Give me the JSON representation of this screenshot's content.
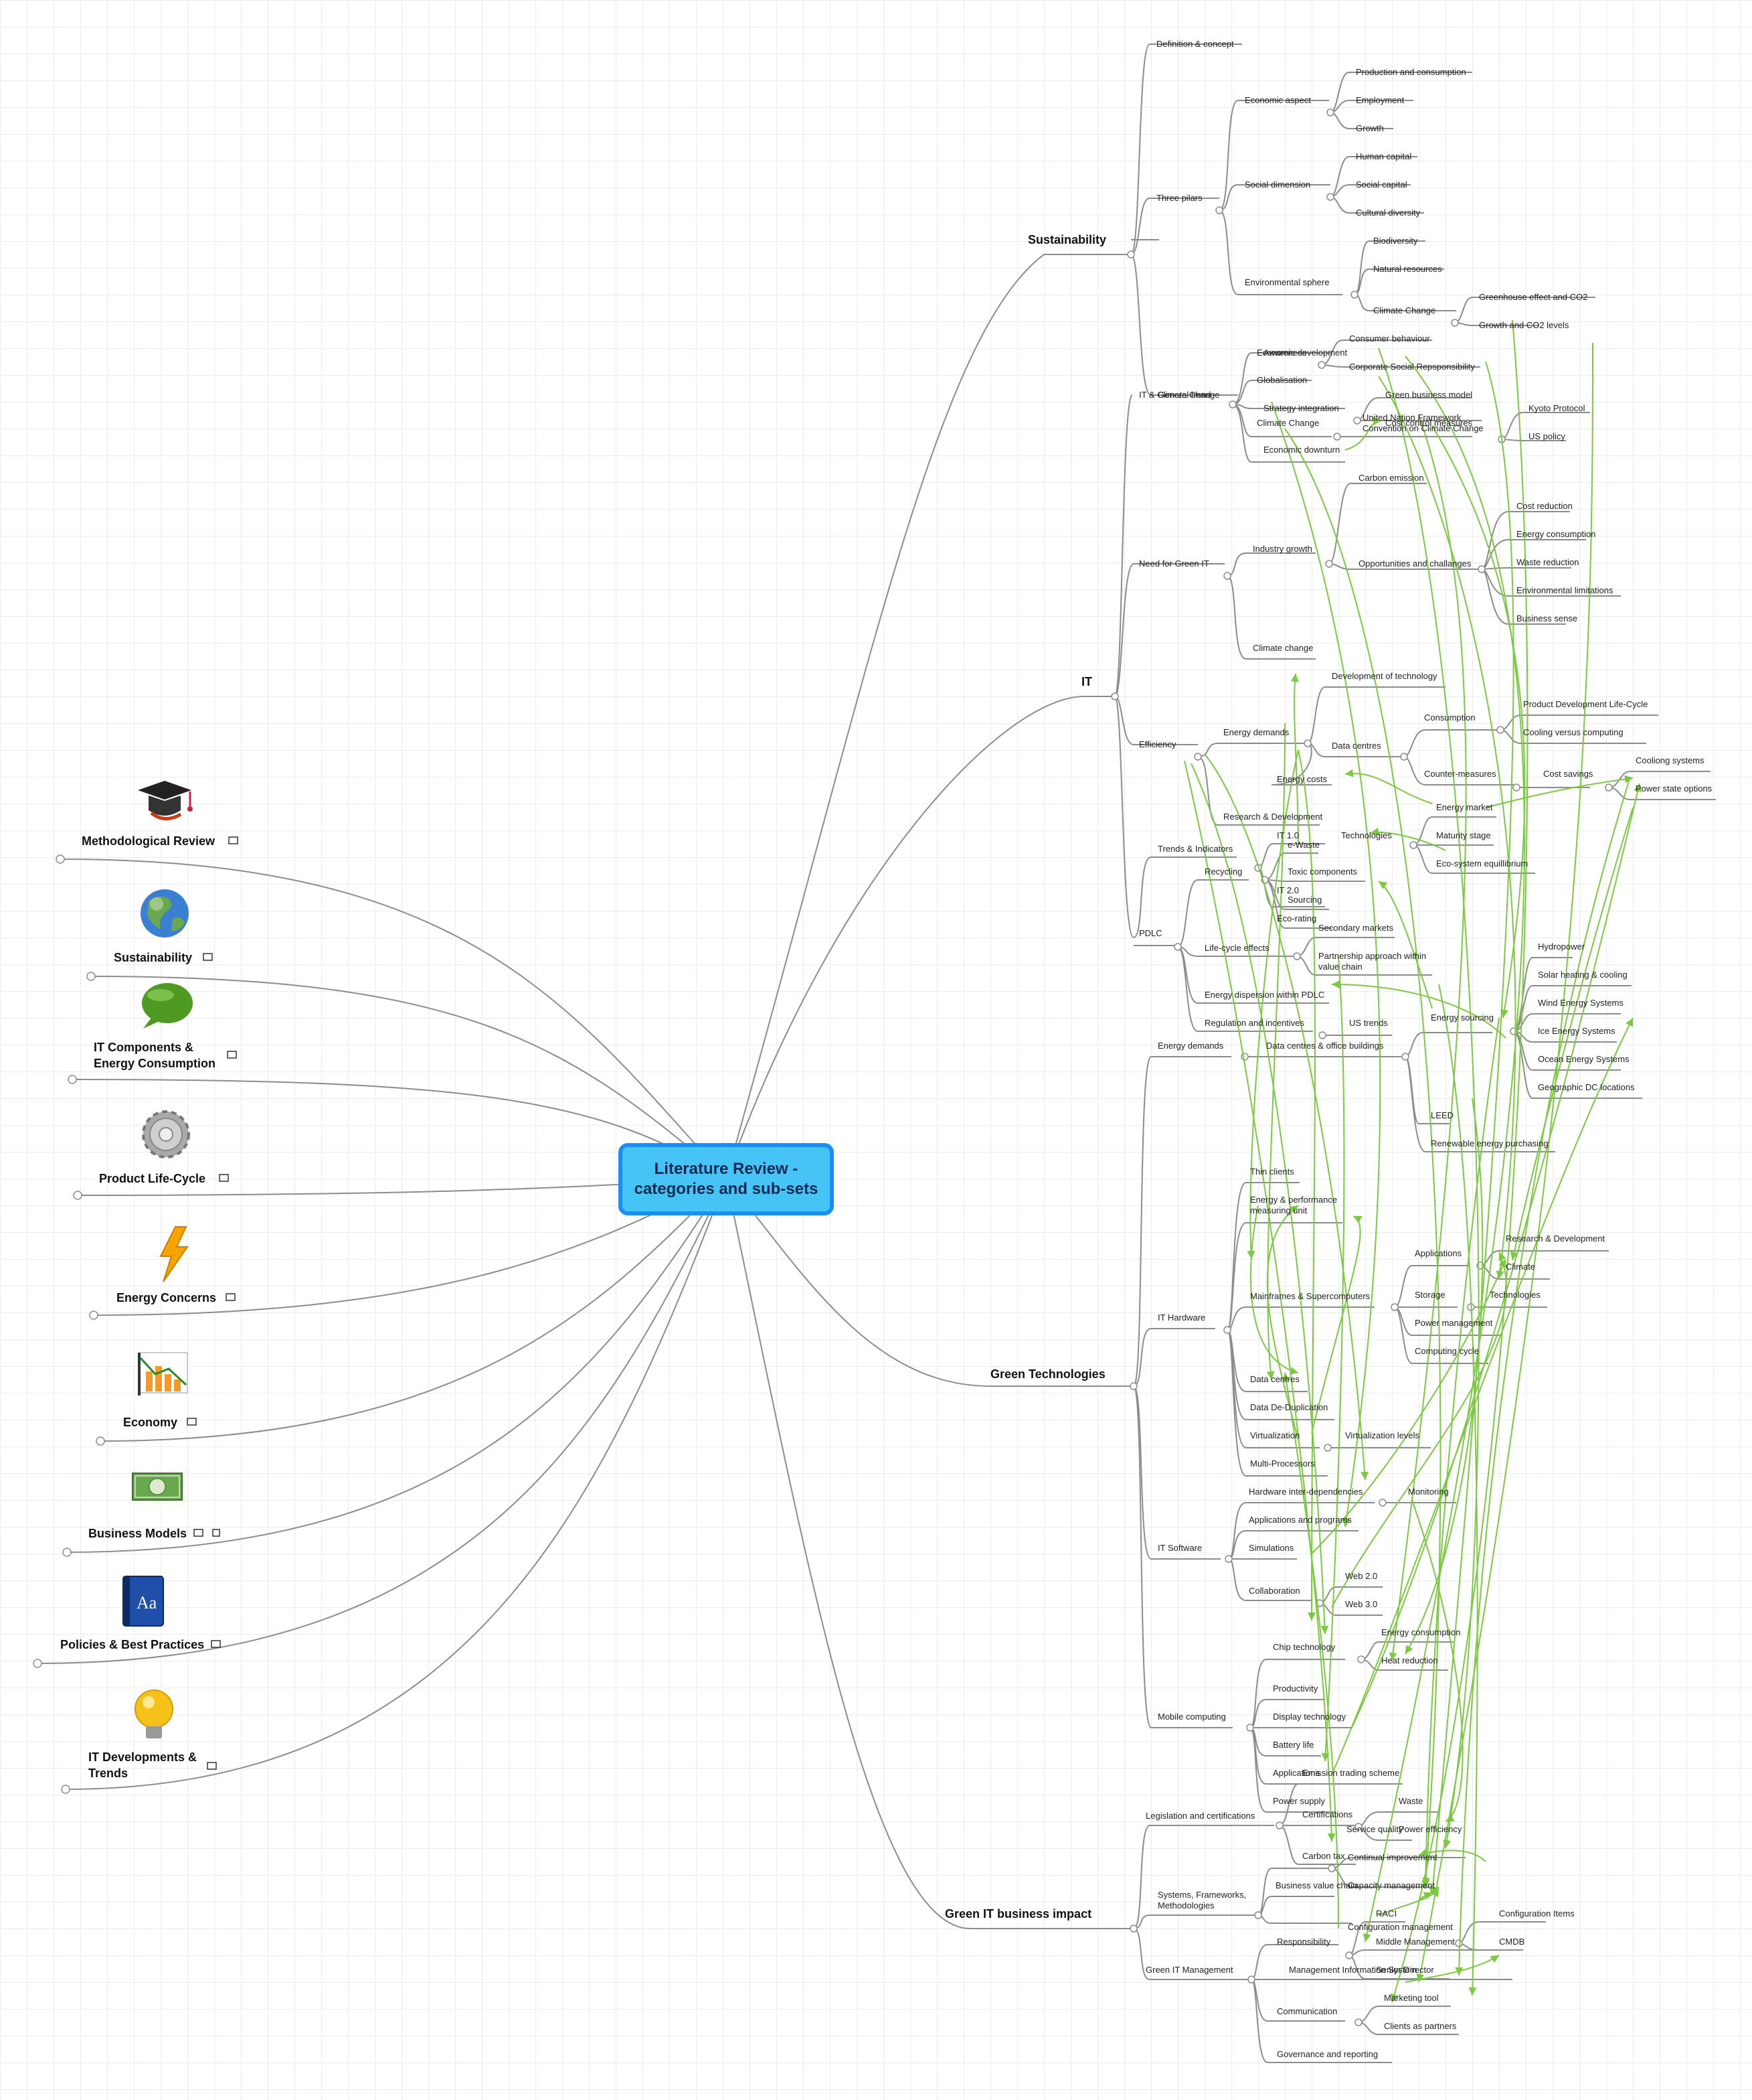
{
  "central": {
    "line1": "Literature Review -",
    "line2": "categories and sub-sets"
  },
  "left_topics": [
    {
      "label": "Methodological Review",
      "icon": "graduation-cap-icon"
    },
    {
      "label": "Sustainability",
      "icon": "globe-icon"
    },
    {
      "label": "IT Components &",
      "label2": "Energy Consumption",
      "icon": "speech-bubble-icon"
    },
    {
      "label": "Product Life-Cycle",
      "icon": "gear-icon"
    },
    {
      "label": "Energy Concerns",
      "icon": "lightning-icon"
    },
    {
      "label": "Economy",
      "icon": "chart-icon"
    },
    {
      "label": "Business Models",
      "icon": "money-icon"
    },
    {
      "label": "Policies & Best Practices",
      "icon": "book-icon"
    },
    {
      "label": "IT Developments &",
      "label2": "Trends",
      "icon": "lightbulb-icon"
    }
  ],
  "branches": {
    "sustainability": {
      "label": "Sustainability",
      "definition": "Definition & concept",
      "three_pilars": "Three pilars",
      "economic_aspect": "Economic aspect",
      "production": "Production and consumption",
      "employment": "Employment",
      "growth": "Growth",
      "social_dimension": "Social dimension",
      "human_capital": "Human capital",
      "social_capital": "Social capital",
      "cultural_diversity": "Cultural diversity",
      "environmental_sphere": "Environmental sphere",
      "biodiversity": "Biodiversity",
      "natural_resources": "Natural resources",
      "climate_change": "Climate Change",
      "greenhouse": "Greenhouse effect and CO2",
      "growth_co2": "Growth and CO2 levels"
    },
    "it": {
      "label": "IT",
      "it_climate": "IT & Climate Change",
      "general_trend": "General trend",
      "economic_development": "Economic development",
      "awareness": "Awareness",
      "consumer_behaviour": "Consumer behaviour",
      "csr": "Corporate Social Repsponsibility",
      "globalisation": "Globalisation",
      "strategy_integration": "Strategy integration",
      "green_business_model": "Green business model",
      "climate_change": "Climate Change",
      "cost_control": "Cost control measures",
      "un_framework": "United Nation Framework",
      "un_framework2": "Convention on Climate Change",
      "kyoto": "Kyoto Protocol",
      "us_policy": "US policy",
      "economic_downturn": "Economic downturn",
      "need_green_it": "Need for Green IT",
      "industry_growth": "Industry growth",
      "carbon_emission": "Carbon emission",
      "opportunities": "Opportunities and challanges",
      "cost_reduction": "Cost reduction",
      "energy_consumption": "Energy consumption",
      "waste_reduction": "Waste reduction",
      "environmental_limitations": "Environmental limitations",
      "business_sense": "Business sense",
      "climate_change_lc": "Climate change",
      "efficiency": "Efficiency",
      "energy_demands": "Energy demands",
      "development_tech": "Development of technology",
      "data_centres": "Data centres",
      "consumption": "Consumption",
      "pdlc": "Product Development Life-Cycle",
      "cooling_vs": "Cooling versus computing",
      "counter_measures": "Counter-measures",
      "cost_savings": "Cost savings",
      "cooling_systems": "Cooliong systems",
      "power_state": "Power state options",
      "energy_costs": "Energy costs",
      "energy_market": "Energy market",
      "research_dev": "Research & Development",
      "technologies": "Technologies",
      "maturity_stage": "Maturity stage",
      "eco_equilibrium": "Eco-system equillibrium",
      "trends_indicators": "Trends & Indicators",
      "it10": "IT 1.0",
      "it20": "IT 2.0",
      "pdlc_short": "PDLC",
      "recycling": "Recycling",
      "ewaste": "e-Waste",
      "toxic": "Toxic components",
      "sourcing": "Sourcing",
      "eco_rating": "Eco-rating",
      "secondary_markets": "Secondary markets",
      "lifecycle_effects": "Life-cycle effects",
      "partnership": "Partnership approach within",
      "partnership2": "value chain",
      "energy_dispersion": "Energy dispersion within PDLC",
      "regulation": "Regulation and incentives",
      "us_trends": "US trends"
    },
    "green_tech": {
      "label": "Green Technologies",
      "energy_demands": "Energy demands",
      "dc_office": "Data centres & office buildings",
      "energy_sourcing": "Energy sourcing",
      "hydropower": "Hydropower",
      "solar": "Solar heating & cooling",
      "wind": "Wind Energy Systems",
      "ice": "Ice Energy Systems",
      "ocean": "Ocean Energy Systems",
      "geographic": "Geographic DC locations",
      "leed": "LEED",
      "renewable": "Renewable energy purchasing",
      "it_hardware": "IT Hardware",
      "thin_clients": "Thin clients",
      "energy_perf": "Energy & performance",
      "energy_perf2": "measuring unit",
      "mainframes": "Mainframes & Supercomputers",
      "applications": "Applications",
      "research_dev": "Research & Development",
      "climate": "Climate",
      "storage": "Storage",
      "technologies": "Technologies",
      "power_mgmt": "Power management",
      "computing_cycle": "Computing cycle",
      "data_centres": "Data centres",
      "dedup": "Data De-Duplication",
      "virtualization": "Virtualization",
      "virt_levels": "Virtualization levels",
      "multi_proc": "Multi-Processors",
      "it_software": "IT Software",
      "hw_interdep": "Hardware inter-dependencies",
      "monitoring": "Monitoring",
      "apps_programs": "Applications and programs",
      "simulations": "Simulations",
      "collaboration": "Collaboration",
      "web20": "Web 2.0",
      "web30": "Web 3.0",
      "mobile": "Mobile computing",
      "chip": "Chip technology",
      "energy_consumption": "Energy consumption",
      "heat_reduction": "Heat reduction",
      "productivity": "Productivity",
      "display": "Display technology",
      "battery": "Battery life",
      "applications_m": "Applications",
      "power_supply": "Power supply"
    },
    "business": {
      "label": "Green IT business impact",
      "legislation": "Legislation and certifications",
      "emission_trading": "Emission trading scheme",
      "certifications": "Certifications",
      "carbon_tax": "Carbon tax",
      "systems": "Systems, Frameworks,",
      "systems2": "Methodologies",
      "waste": "Waste",
      "service_quality": "Service quality",
      "power_efficiency": "Power efficiency",
      "continual": "Continual improvement",
      "business_value": "Business value chain",
      "capacity_mgmt": "Capacity management",
      "config_mgmt": "Configuration management",
      "config_items": "Configuration Items",
      "cmdb": "CMDB",
      "green_it_mgmt": "Green IT Management",
      "responsibility": "Responsibility",
      "raci": "RACI",
      "middle_mgmt": "Middle Management",
      "mis": "Management Information System",
      "senior": "Senior Director",
      "communication": "Communication",
      "marketing": "Marketing tool",
      "clients": "Clients as partners",
      "governance": "Governance and reporting"
    }
  }
}
